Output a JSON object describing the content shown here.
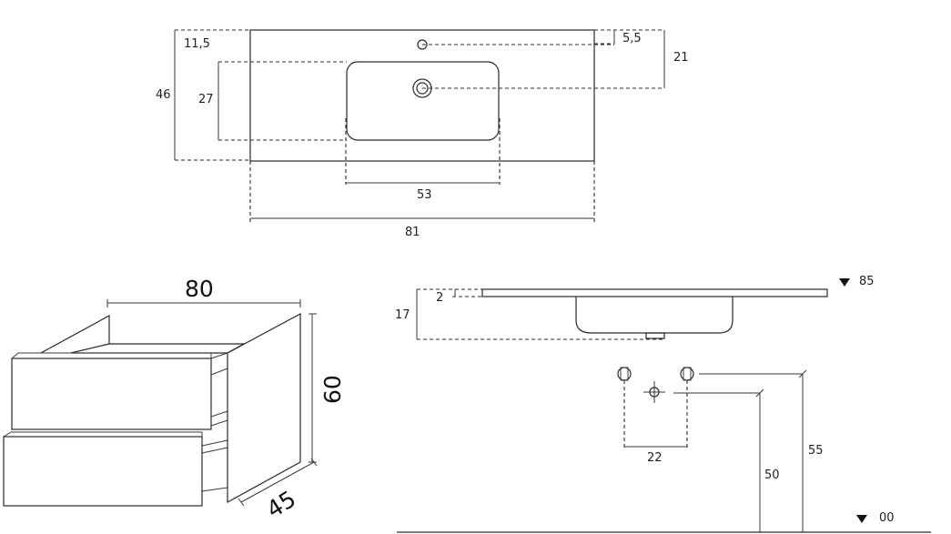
{
  "top_view": {
    "dim_11_5": "11,5",
    "dim_46": "46",
    "dim_27": "27",
    "dim_5_5": "5,5",
    "dim_21": "21",
    "dim_53": "53",
    "dim_81": "81"
  },
  "cabinet": {
    "width": "80",
    "height": "60",
    "depth": "45"
  },
  "side_view": {
    "level_top": "85",
    "dim_2": "2",
    "dim_17": "17",
    "dim_22": "22",
    "dim_55": "55",
    "dim_50": "50",
    "level_floor": "00"
  }
}
